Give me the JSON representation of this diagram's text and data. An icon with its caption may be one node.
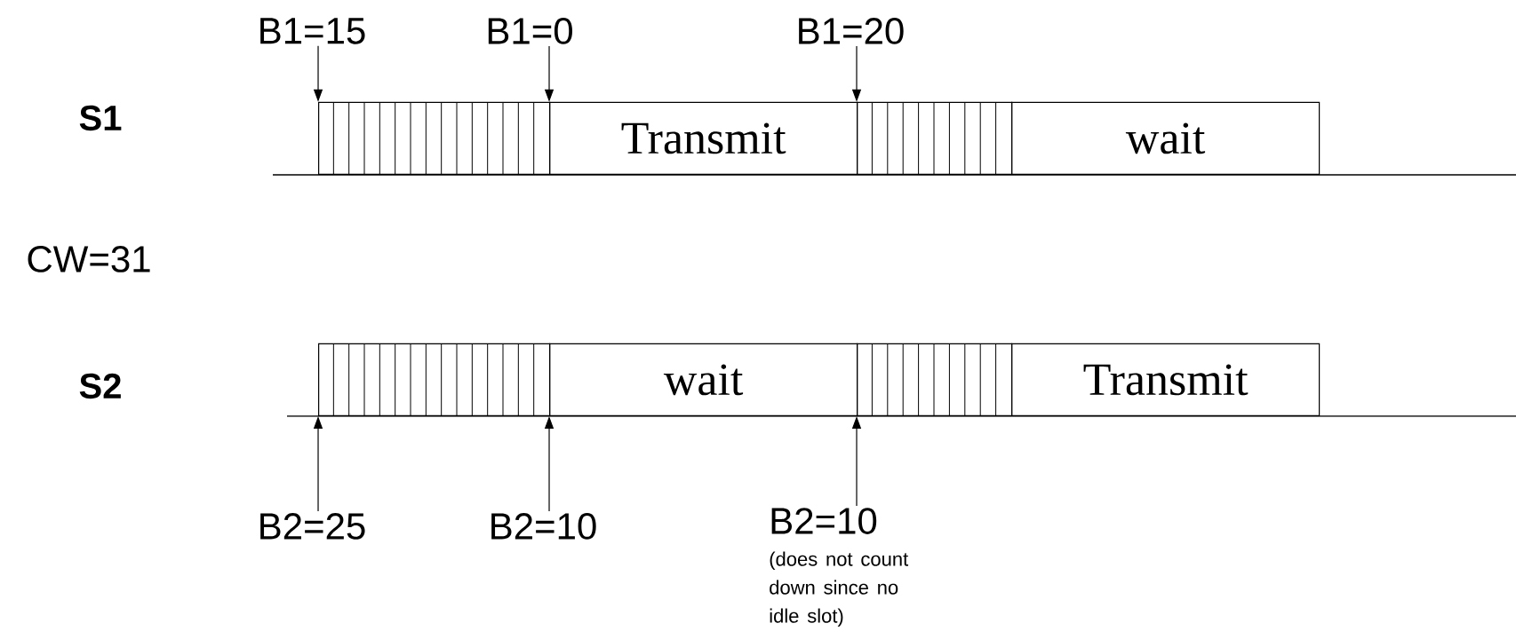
{
  "diagram": {
    "nodes": [
      {
        "text": [
          "B1=15"
        ]
      },
      {
        "text": [
          "B1=0"
        ]
      },
      {
        "text": [
          "B1=20"
        ]
      },
      {
        "text": [],
        "shape": "box"
      },
      {
        "text": [
          "Transmit"
        ]
      },
      {
        "text": [],
        "shape": "box"
      },
      {
        "text": [
          "wait"
        ]
      },
      {
        "text": [],
        "shape": "box"
      },
      {
        "text": [
          "wait"
        ]
      },
      {
        "text": [],
        "shape": "box"
      },
      {
        "text": [
          "Transmit"
        ]
      },
      {
        "text": [
          "B2=25"
        ]
      },
      {
        "text": [
          "B2=10"
        ]
      },
      {
        "text": [
          "B2=10",
          "(does not count down since no idle slot)"
        ]
      }
    ],
    "edges": [
      {
        "from": 0,
        "to": 3,
        "arrow": "to"
      },
      {
        "from": 1,
        "to": 4,
        "arrow": "to"
      },
      {
        "from": 2,
        "to": 5,
        "arrow": "to"
      },
      {
        "from": 11,
        "to": 7,
        "arrow": "to"
      },
      {
        "from": 12,
        "to": 8,
        "arrow": "to"
      },
      {
        "from": 13,
        "to": 9,
        "arrow": "to"
      }
    ],
    "labels": [
      "S1",
      "CW=31",
      "S2"
    ]
  }
}
